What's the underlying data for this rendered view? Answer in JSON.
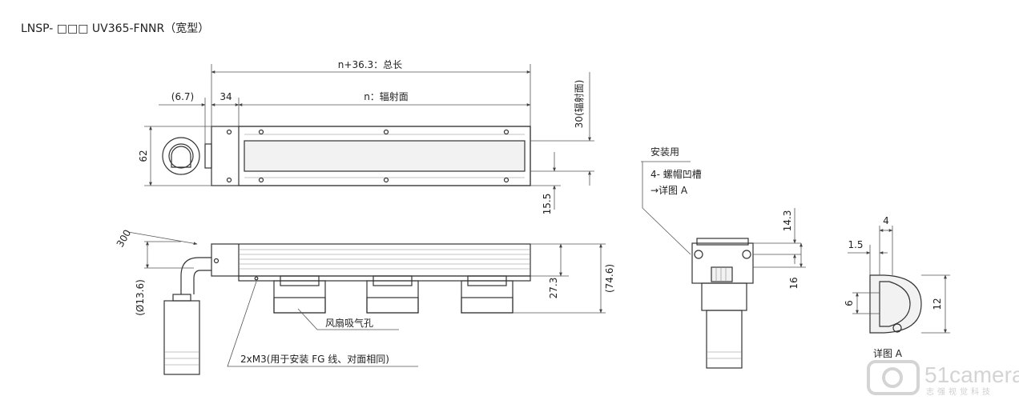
{
  "title": "LNSP- □□□ UV365-FNNR（宽型）",
  "top_view": {
    "total_length": "n+36.3：总长",
    "offset_left": "(6.7)",
    "offset_34": "34",
    "emit_length": "n：辐射面",
    "height": "62",
    "emit_height": "30(辐射面)",
    "bottom_offset": "15.5"
  },
  "front_view": {
    "cable_bend": "300",
    "cable_dia": "(Ø13.6)",
    "height_body": "27.3",
    "height_total": "(74.6)",
    "fan_label": "风扇吸气孔",
    "m3_label": "2xM3(用于安装 FG 线、对面相同)"
  },
  "side_view": {
    "mount_label": "安装用",
    "groove_label": "4- 螺帽凹槽",
    "detail_ref": "→详图 A",
    "dim_143": "14.3",
    "dim_16": "16"
  },
  "detail_view": {
    "dim_4": "4",
    "dim_15": "1.5",
    "dim_6": "6",
    "dim_12": "12",
    "caption": "详图 A"
  },
  "watermark": {
    "brand": "51camera",
    "sub": "志强视觉科技"
  }
}
